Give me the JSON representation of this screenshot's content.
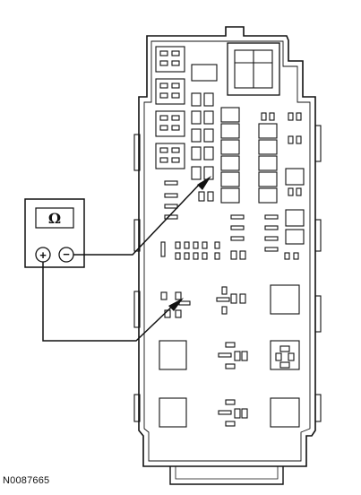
{
  "figure_code": "N0087665",
  "multimeter": {
    "display_symbol": "Ω",
    "positive_symbol": "+",
    "negative_symbol": "−"
  },
  "colors": {
    "line": "#111111",
    "background": "#ffffff"
  },
  "elements": {
    "fuse_box": "fuse-box-outline",
    "meter": "multimeter",
    "leads": [
      "positive-test-lead",
      "negative-test-lead"
    ]
  }
}
